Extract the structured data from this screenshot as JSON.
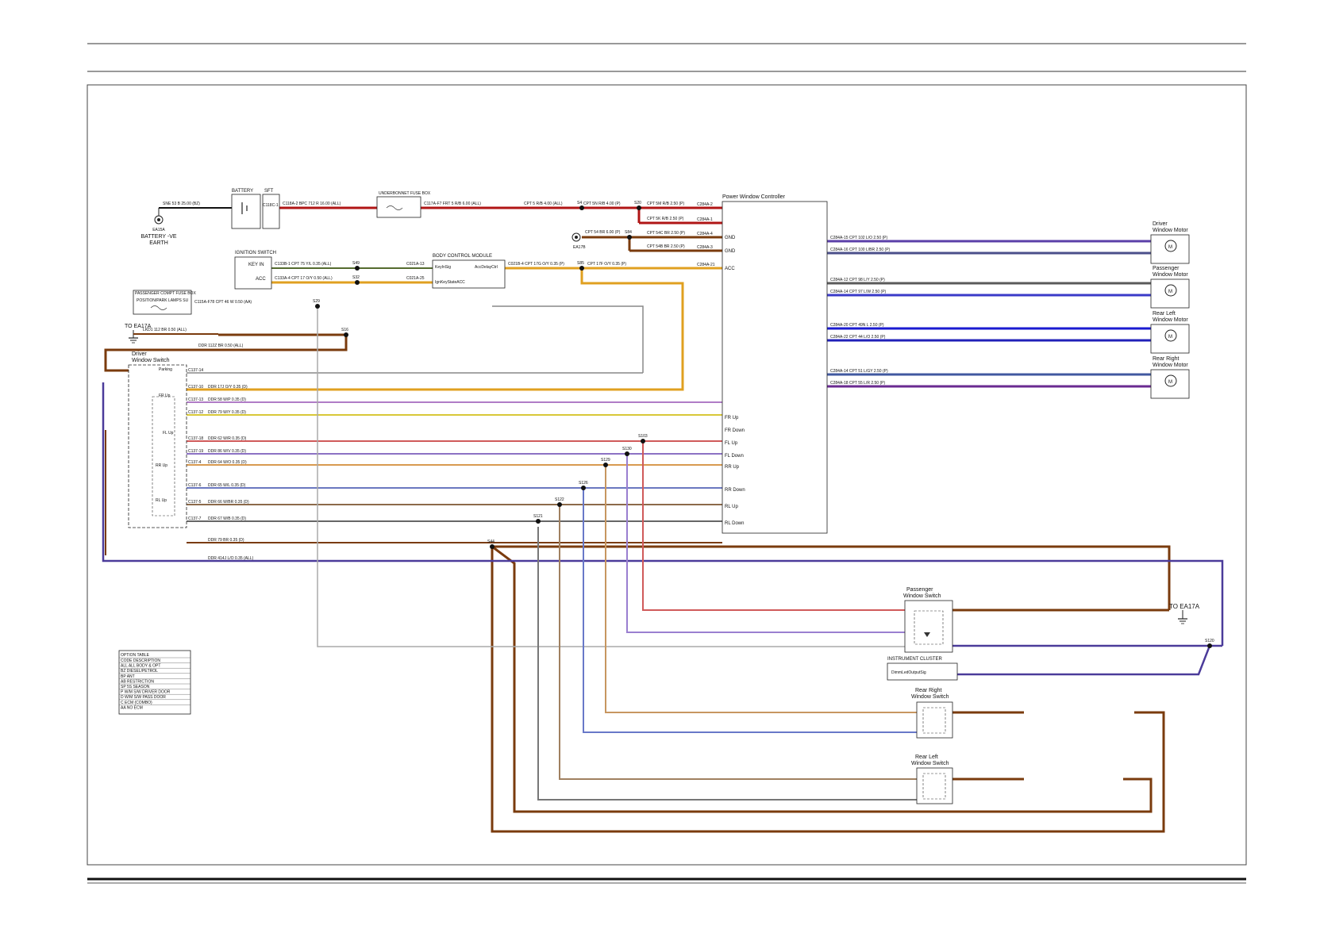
{
  "battery": {
    "title": "BATTERY",
    "sft": "SFT",
    "ground_id": "EA15A",
    "ground_label": "BATTERY -VE",
    "ground_label2": "EARTH",
    "b_plus_pin": "C118C-1"
  },
  "fuse_box": {
    "title": "UNDERBONNET FUSE BOX"
  },
  "ignition_switch": {
    "title": "IGNITION SWITCH",
    "key_in": "KEY IN",
    "acc": "ACC"
  },
  "bcm": {
    "title": "BODY CONTROL MODULE",
    "pin1": "KeyInSig",
    "pin2": "IgnKeyStateACC",
    "pin3": "AccDelayCtrl"
  },
  "pcfb": {
    "title": "PASSENGER COMPT FUSE BOX",
    "sub": "POSITION/PARK LAMPS SU"
  },
  "pwc": {
    "title": "Power Window Controller",
    "pins": [
      "GND",
      "GND",
      "ACC",
      "FR Up",
      "FR Down",
      "FL Up",
      "FL Down",
      "RR Up",
      "RR Down",
      "RL Up",
      "RL Down"
    ]
  },
  "driver_switch": {
    "title": "Driver",
    "title2": "Window Switch",
    "rows": [
      "Parking",
      "FR Up",
      "FL Up",
      "RR Up",
      "RL Up"
    ]
  },
  "passenger_switch": {
    "title": "Passenger",
    "title2": "Window Switch"
  },
  "rear_right_switch": {
    "title": "Rear Right",
    "title2": "Window Switch"
  },
  "rear_left_switch": {
    "title": "Rear Left",
    "title2": "Window Switch"
  },
  "instrument_cluster": {
    "title": "INSTRUMENT CLUSTER",
    "pin": "DimmLedOutputSig"
  },
  "motors": [
    {
      "title": "Driver",
      "title2": "Window Motor",
      "symbol": "M"
    },
    {
      "title": "Passenger",
      "title2": "Window Motor",
      "symbol": "M"
    },
    {
      "title": "Rear Left",
      "title2": "Window Motor",
      "symbol": "M"
    },
    {
      "title": "Rear Right",
      "title2": "Window Motor",
      "symbol": "M"
    }
  ],
  "grounds": {
    "to_ea17a_left": "TO EA17A",
    "to_ea17a_right": "TO EA17A",
    "ea17b": "EA17B"
  },
  "splices": [
    "S20",
    "S4",
    "S84",
    "S49",
    "S32",
    "S85",
    "S29",
    "S16",
    "S103",
    "S130",
    "S129",
    "S126",
    "S122",
    "S121",
    "S44",
    "S120"
  ],
  "wire_labels": {
    "batt_gnd": "SNE 53 B 25.00 (BZ)",
    "batt_fuse": "C118A-2 BPC 712 R 16.00 (ALL)",
    "fuse_out": "C117A-F7 FRT 5 R/B 6.00 (ALL)",
    "main_a": "CPT 5 R/B 4.00 (ALL)",
    "main_b": "CPT 5N R/B 4.00 (P)",
    "pwc_pwr1": "CPT 5M R/B 2.50 (P)",
    "pwc_pwr2": "CPT 5K R/B 2.50 (P)",
    "gnd1": "CPT 54C BR 2.50 (P)",
    "gnd2": "CPT 54B BR 2.50 (P)",
    "gnd3": "CPT 54 BR 6.00 (P)",
    "key_in": "C133B-1 CPT 75 Y/L 0.35 (ALL)",
    "acc_in": "C133A-4 CPT 17 O/Y 0.50 (ALL)",
    "acc_out": "C021B-4 CPT 17G O/Y 0.35 (P)",
    "acc_pwc": "CPT 17F O/Y 0.35 (P)",
    "lamp": "C115A-F78 CPT 46 W 0.50 (AA)",
    "earth_l": "LKD1 112 BR 0.50 (ALL)",
    "earth_l2": "DDR 112Z BR 0.50 (ALL)"
  },
  "connector_labels": {
    "bcm_in1": "C021A-13",
    "bcm_in2": "C021A-25",
    "pwc_c1": "C284A-2",
    "pwc_c2": "C284A-1",
    "pwc_c3": "C284A-4",
    "pwc_c4": "C284A-3",
    "pwc_c5": "C284A-21",
    "sw_pins": [
      "C137-14",
      "C137-10",
      "C137-13",
      "C137-12",
      "C137-18",
      "C137-19",
      "C137-4",
      "C137-6",
      "C137-5",
      "C137-7"
    ],
    "motor_lines": [
      "C284A-15 CPT 102 L/O 2.50 (P)",
      "C284A-16 CPT 100 L/BR 2.50 (P)",
      "C284A-12 CPT 98 L/Y 2.50 (P)",
      "C284A-14 CPT 97 L/W 2.50 (P)",
      "C284A-20 CPT 49N L 2.50 (P)",
      "C284A-22 CPT 44 L/O 2.50 (P)",
      "C284A-14 CPT 51 L/GY 2.50 (P)",
      "C284A-18 CPT 55 L/R 2.50 (P)"
    ],
    "switch_lines": [
      "DDR 17J O/Y 0.35 (D)",
      "DDR 58 W/P 0.35 (D)",
      "DDR 79 W/Y 0.35 (D)",
      "DDR 62 W/R 0.35 (D)",
      "DDR 86 W/V 0.35 (D)",
      "DDR 64 W/O 0.35 (D)",
      "DDR 65 W/L 0.35 (D)",
      "DDR 66 W/BR 0.35 (D)",
      "DDR 67 W/B 0.35 (D)"
    ],
    "lower_lines": [
      "DDR 79 BR 0.35 (D)",
      "DDR 414J L/O 0.35 (ALL)"
    ]
  },
  "legend": {
    "title": "OPTION TABLE",
    "rows": [
      "CODE DESCRIPTION",
      "ALL ALL BODY & OPT",
      "BZ DIESEL/PETROL",
      "BP ANT",
      "AB RESTRICTION",
      "SP 5S SEASON",
      "P W/M S/W DRIVER DOOR",
      "D W/M S/W PASS DOOR",
      "C ECM (COMBO)",
      "AA NO ECM"
    ]
  }
}
